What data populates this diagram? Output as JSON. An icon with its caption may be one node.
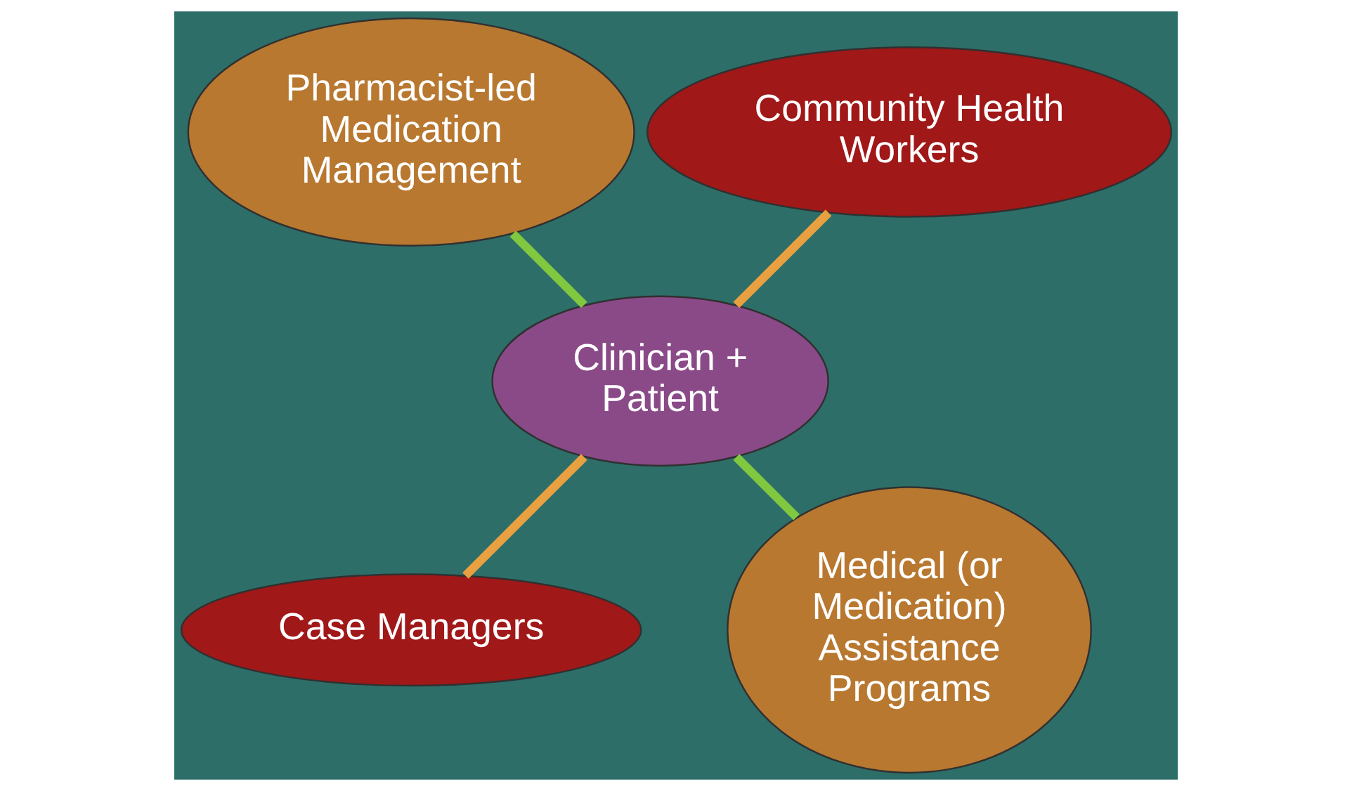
{
  "diagram": {
    "nodes": [
      {
        "text": [
          "Community Health Workers"
        ]
      },
      {
        "text": [
          "Pharmacist-led Medication Management"
        ]
      },
      {
        "text": [
          "Clinician + Patient"
        ]
      },
      {
        "text": [
          "Case Managers"
        ]
      },
      {
        "text": [
          "Medical (or Medication) Assistance Programs"
        ]
      }
    ],
    "edges": [
      {
        "from": 2,
        "to": 0,
        "arrow": "none",
        "color": "#e8a040"
      },
      {
        "from": 2,
        "to": 1,
        "arrow": "none",
        "color": "#80c840"
      },
      {
        "from": 2,
        "to": 3,
        "arrow": "none",
        "color": "#e8a040"
      },
      {
        "from": 2,
        "to": 4,
        "arrow": "none",
        "color": "#80c840"
      }
    ]
  }
}
